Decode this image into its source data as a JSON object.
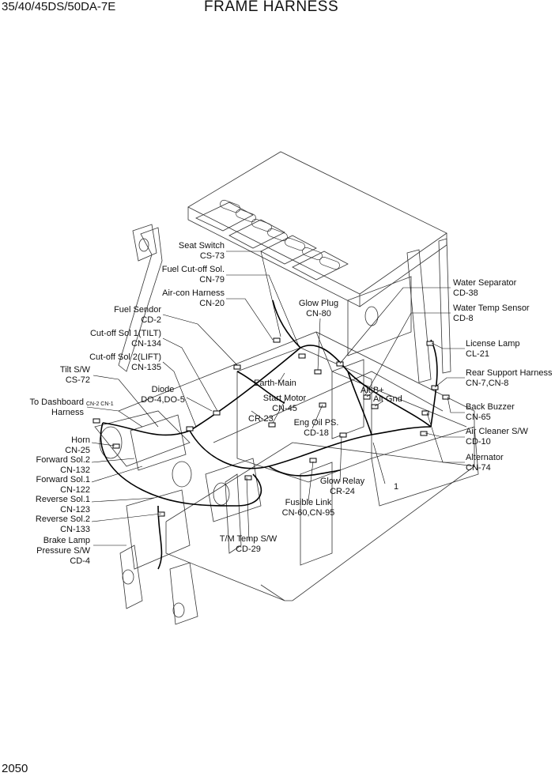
{
  "header": {
    "model": "35/40/45DS/50DA-7E",
    "title": "FRAME HARNESS",
    "page_number": "2050"
  },
  "labels": {
    "seat_switch": [
      "Seat Switch",
      "CS-73"
    ],
    "fuel_cutoff": [
      "Fuel Cut-off Sol.",
      "CN-79"
    ],
    "aircon": [
      "Air-con Harness",
      "CN-20"
    ],
    "fuel_sendor": [
      "Fuel Sendor",
      "CD-2"
    ],
    "cutoff_tilt": [
      "Cut-off Sol 1(TILT)",
      "CN-134"
    ],
    "cutoff_lift": [
      "Cut-off Sol 2(LIFT)",
      "CN-135"
    ],
    "tilt_sw": [
      "Tilt S/W",
      "CS-72"
    ],
    "to_dashboard": [
      "To Dashboard",
      "Harness"
    ],
    "cn_small": [
      "CN-2",
      "CN-1"
    ],
    "diode": [
      "Diode",
      "DO-4,DO-5"
    ],
    "horn": [
      "Horn",
      "CN-25"
    ],
    "fwd_sol2": [
      "Forward Sol.2",
      "CN-132"
    ],
    "fwd_sol1": [
      "Forward Sol.1",
      "CN-122"
    ],
    "rev_sol1": [
      "Reverse Sol.1",
      "CN-123"
    ],
    "rev_sol2": [
      "Reverse Sol.2",
      "CN-133"
    ],
    "brake_lamp": [
      "Brake Lamp",
      "Pressure S/W",
      "CD-4"
    ],
    "tm_temp": [
      "T/M Temp S/W",
      "CD-29"
    ],
    "fusible_link": [
      "Fusible Link",
      "CN-60,CN-95"
    ],
    "glow_relay": [
      "Glow Relay",
      "CR-24"
    ],
    "callout_1": "1",
    "glow_plug": [
      "Glow Plug",
      "CN-80"
    ],
    "earth_main": "Earth-Main",
    "start_motor": [
      "Start Motor",
      "CN-45"
    ],
    "cr23": "CR-23",
    "eng_oil": [
      "Eng Oil PS.",
      "CD-18"
    ],
    "alt_b": "Alt B+",
    "alt_gnd": "Alt Gnd",
    "water_sep": [
      "Water Separator",
      "CD-38"
    ],
    "water_temp": [
      "Water Temp Sensor",
      "CD-8"
    ],
    "license_lamp": [
      "License Lamp",
      "CL-21"
    ],
    "rear_support": [
      "Rear Support Harness",
      "CN-7,CN-8"
    ],
    "back_buzzer": [
      "Back Buzzer",
      "CN-65"
    ],
    "air_cleaner": [
      "Air Cleaner S/W",
      "CD-10"
    ],
    "alternator": [
      "Alternator",
      "CN-74"
    ]
  }
}
